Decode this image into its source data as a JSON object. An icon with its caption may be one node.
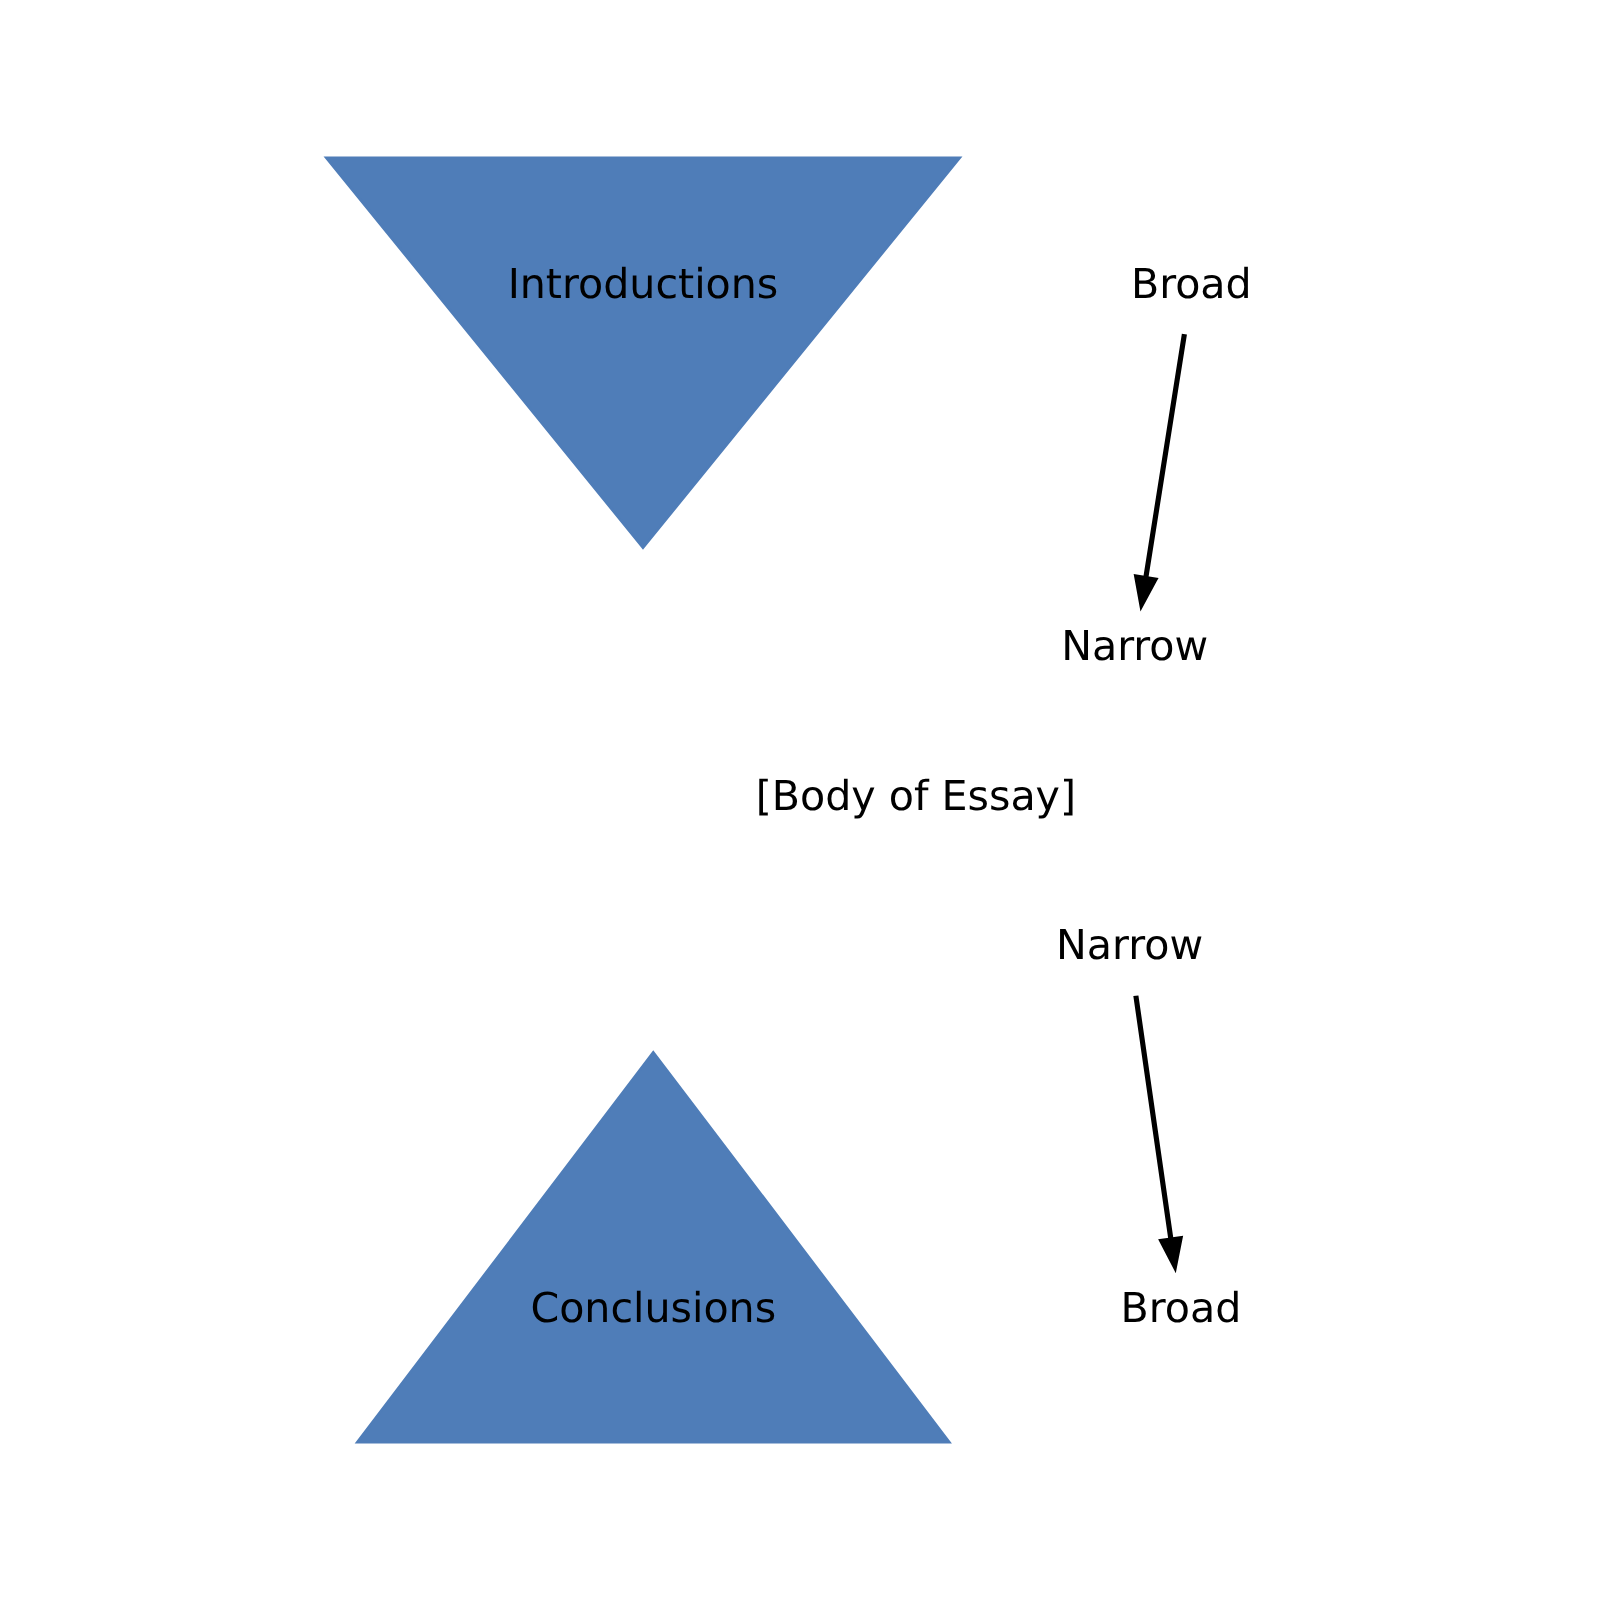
{
  "diagram": {
    "nodes": [
      {
        "text": [
          "Introductions"
        ]
      },
      {
        "text": [
          "Broad"
        ]
      },
      {
        "text": [
          "Narrow"
        ]
      },
      {
        "text": [
          "Narrow"
        ]
      },
      {
        "text": [
          "Conclusions"
        ]
      },
      {
        "text": [
          "Broad"
        ]
      }
    ],
    "edges": [
      {
        "from": 1,
        "to": 2,
        "arrow": "to"
      },
      {
        "from": 3,
        "to": 5,
        "arrow": "to"
      }
    ],
    "labels": [
      "[Body of Essay]"
    ]
  }
}
